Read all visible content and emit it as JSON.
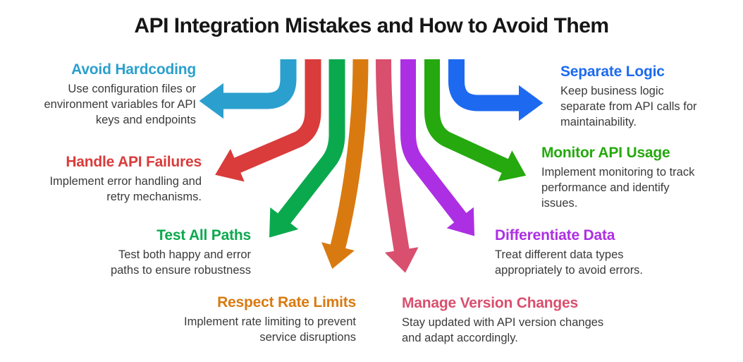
{
  "title": "API Integration Mistakes and How to Avoid Them",
  "items": [
    {
      "id": "avoid-hardcoding",
      "title": "Avoid Hardcoding",
      "description": "Use configuration files or\nenvironment variables for API\nkeys and endpoints",
      "color": "#2ba0ce",
      "side": "left"
    },
    {
      "id": "handle-api-failures",
      "title": "Handle API Failures",
      "description": "Implement error handling and\nretry mechanisms.",
      "color": "#da3b3b",
      "side": "left"
    },
    {
      "id": "test-all-paths",
      "title": "Test All Paths",
      "description": "Test both happy and error\npaths to ensure robustness",
      "color": "#0ba94e",
      "side": "left"
    },
    {
      "id": "respect-rate-limits",
      "title": "Respect Rate Limits",
      "description": "Implement rate limiting to prevent\nservice disruptions",
      "color": "#d97a10",
      "side": "left"
    },
    {
      "id": "manage-version-changes",
      "title": "Manage Version Changes",
      "description": "Stay updated with API version changes\nand adapt accordingly.",
      "color": "#d94f6e",
      "side": "right"
    },
    {
      "id": "differentiate-data",
      "title": "Differentiate Data",
      "description": "Treat different data types\nappropriately to avoid errors.",
      "color": "#ad2fe3",
      "side": "right"
    },
    {
      "id": "monitor-api-usage",
      "title": "Monitor API Usage",
      "description": "Implement monitoring to track\nperformance and identify\nissues.",
      "color": "#25a90e",
      "side": "right"
    },
    {
      "id": "separate-logic",
      "title": "Separate Logic",
      "description": "Keep business logic\nseparate from API calls for\nmaintainability.",
      "color": "#1d6af0",
      "side": "right"
    }
  ],
  "colors": {
    "background": "#ffffff",
    "title_text": "#161616",
    "body_text": "#3a3a3a"
  }
}
